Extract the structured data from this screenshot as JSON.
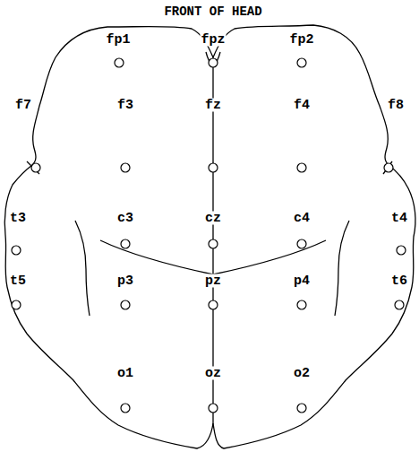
{
  "diagram": {
    "title": "FRONT OF HEAD",
    "labels": [
      "fp1",
      "fpz",
      "fp2",
      "f7",
      "f3",
      "fz",
      "f4",
      "f8",
      "t3",
      "c3",
      "cz",
      "c4",
      "t4",
      "t5",
      "p3",
      "pz",
      "p4",
      "t6",
      "o1",
      "oz",
      "o2"
    ]
  }
}
